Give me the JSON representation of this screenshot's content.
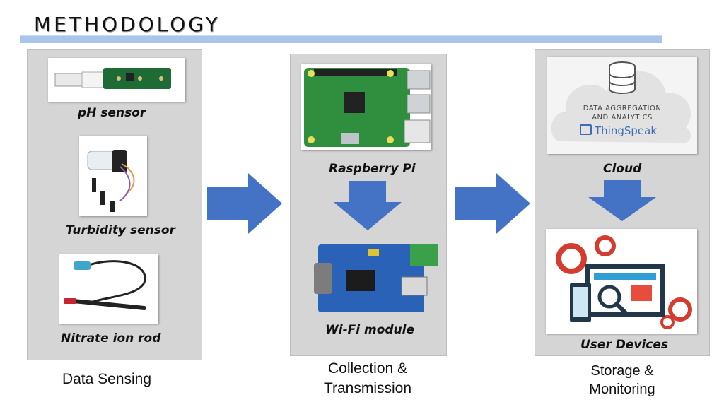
{
  "title": "METHODOLOGY",
  "colors": {
    "panel": "#d5d5d5",
    "arrow": "#4472c4",
    "title_bar": "#a9c6ea"
  },
  "sensing": {
    "items": [
      {
        "label": "pH  sensor",
        "icon": "ph-sensor-image"
      },
      {
        "label": "Turbidity sensor",
        "icon": "turbidity-sensor-image"
      },
      {
        "label": "Nitrate ion rod",
        "icon": "nitrate-rod-image"
      }
    ],
    "stage": "Data Sensing"
  },
  "collection": {
    "items": [
      {
        "label": "Raspberry Pi",
        "icon": "raspberry-pi-image"
      },
      {
        "label": "Wi-Fi module",
        "icon": "wifi-module-image"
      }
    ],
    "stage": [
      "Collection &",
      "Transmission"
    ]
  },
  "storage": {
    "cloud_label": "Cloud",
    "cloud_text": [
      "DATA AGGREGATION",
      "AND ANALYTICS"
    ],
    "cloud_brand": "ThingSpeak",
    "devices_label": "User Devices",
    "stage": [
      "Storage &",
      "Monitoring"
    ]
  }
}
